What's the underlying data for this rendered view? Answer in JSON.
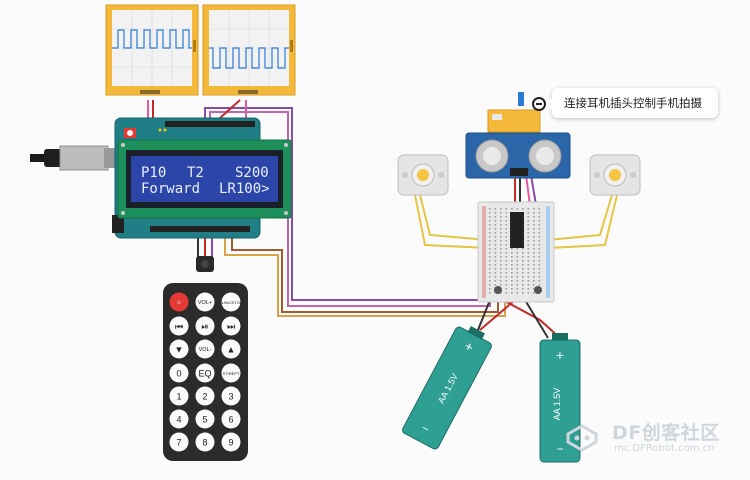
{
  "lcd": {
    "line1": [
      "P10",
      "T2",
      "S200"
    ],
    "line2": [
      "Forward",
      "LR100>"
    ]
  },
  "callout": {
    "text": "连接耳机插头控制手机拍摄"
  },
  "batteries": [
    {
      "label": "AA 1.5V"
    },
    {
      "label": "AA 1.5V"
    }
  ],
  "remote": {
    "buttons": [
      [
        "power",
        "VOL+",
        "FUNC/STOP"
      ],
      [
        "⏮",
        "⏯",
        "⏭"
      ],
      [
        "▼",
        "VOL-",
        "▲"
      ],
      [
        "0",
        "EQ",
        "ST/REPT"
      ],
      [
        "1",
        "2",
        "3"
      ],
      [
        "4",
        "5",
        "6"
      ],
      [
        "7",
        "8",
        "9"
      ]
    ]
  },
  "watermark": {
    "brand": "DF创客社区",
    "url": "mc.DFRobot.com.cn"
  },
  "colors": {
    "arduino": "#1f7e86",
    "lcd_board": "#1d8f5b",
    "lcd_screen": "#2b46a8",
    "oscilloscope": "#f4b93b",
    "breadboard": "#e5e5e5",
    "battery": "#2f9f93",
    "remote": "#2b2b2b",
    "power": "#e53935"
  },
  "icons": [
    "minus-circle-icon",
    "dfrobot-logo-icon",
    "power-icon"
  ]
}
